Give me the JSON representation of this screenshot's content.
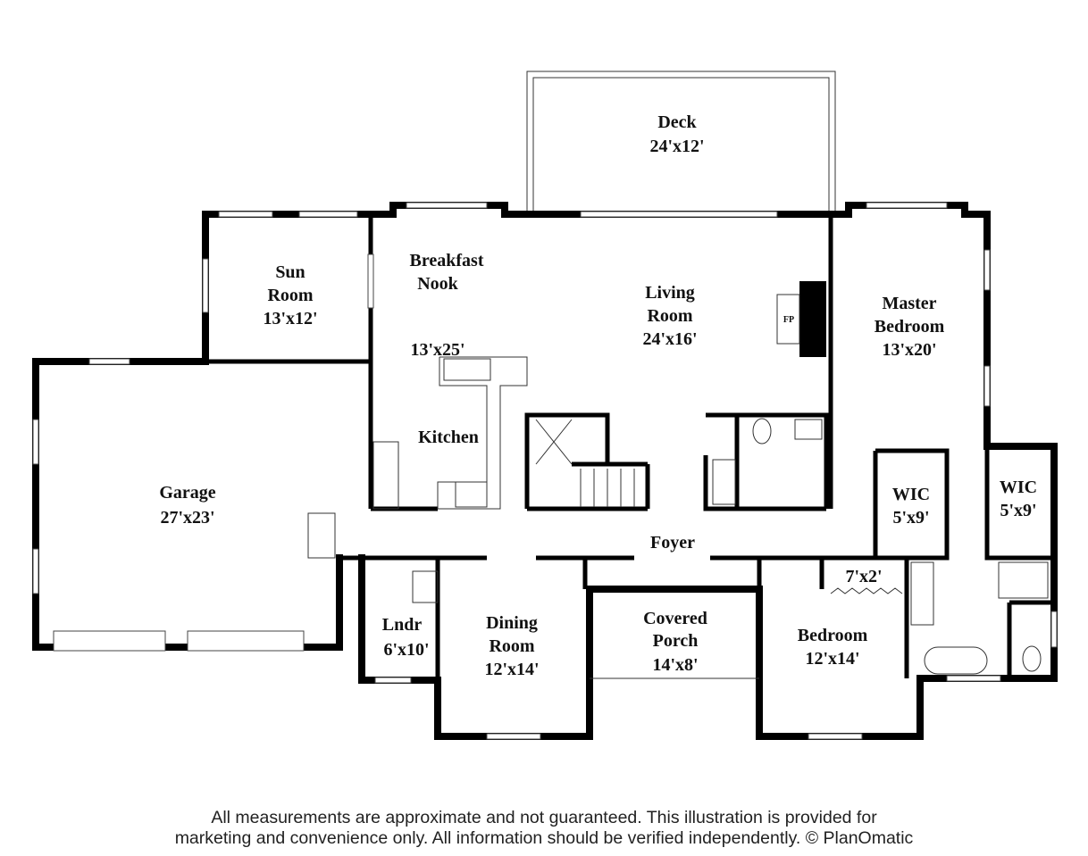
{
  "rooms": {
    "deck": {
      "name": "Deck",
      "size": "24'x12'"
    },
    "sun_room": {
      "name1": "Sun",
      "name2": "Room",
      "size": "13'x12'"
    },
    "breakfast_nook": {
      "name1": "Breakfast",
      "name2": "Nook",
      "size": "13'x25'"
    },
    "living_room": {
      "name1": "Living",
      "name2": "Room",
      "size": "24'x16'"
    },
    "fireplace": {
      "label": "FP"
    },
    "master_bedroom": {
      "name1": "Master",
      "name2": "Bedroom",
      "size": "13'x20'"
    },
    "kitchen": {
      "name": "Kitchen"
    },
    "garage": {
      "name": "Garage",
      "size": "27'x23'"
    },
    "wic_1": {
      "name": "WIC",
      "size": "5'x9'"
    },
    "wic_2": {
      "name": "WIC",
      "size": "5'x9'"
    },
    "foyer": {
      "name": "Foyer"
    },
    "covered_porch": {
      "name1": "Covered",
      "name2": "Porch",
      "size": "14'x8'"
    },
    "laundry": {
      "name": "Lndr",
      "size": "6'x10'"
    },
    "dining_room": {
      "name1": "Dining",
      "name2": "Room",
      "size": "12'x14'"
    },
    "bedroom": {
      "name": "Bedroom",
      "size": "12'x14'"
    },
    "closet": {
      "size": "7'x2'"
    }
  },
  "footer": {
    "line1": "All measurements are approximate and not guaranteed. This illustration is provided for",
    "line2": "marketing and convenience only. All information should be verified independently. © PlanOmatic"
  }
}
